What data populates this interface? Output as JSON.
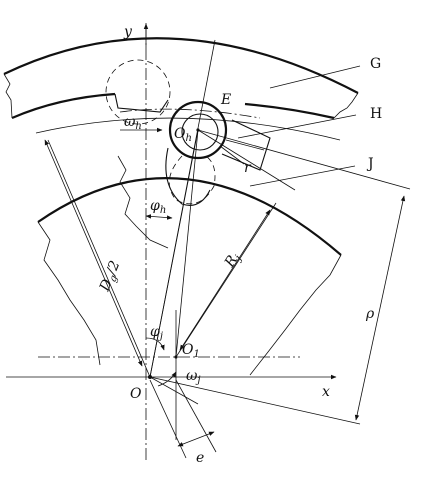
{
  "labels": {
    "y_axis": "y",
    "x_axis": "x",
    "origin": "O",
    "G": "G",
    "H": "H",
    "J": "J",
    "E": "E",
    "r": "r",
    "rho": "ρ",
    "e": "e",
    "Oh_main": "O",
    "Oh_sub": "h",
    "O1_main": "O",
    "O1_sub": "1",
    "omega_h_main": "ω",
    "omega_h_sub": "h",
    "phi_h_main": "φ",
    "phi_h_sub": "h",
    "Rj_main": "R",
    "Rj_sub": "j",
    "Dg_main": "D",
    "Dg_sub": "g",
    "Dg_tail": "/2",
    "phi_j_main": "φ",
    "phi_j_sub": "j",
    "omega_j_main": "ω",
    "omega_j_sub": "j"
  },
  "colors": {
    "ink": "#111111",
    "background": "#ffffff"
  }
}
